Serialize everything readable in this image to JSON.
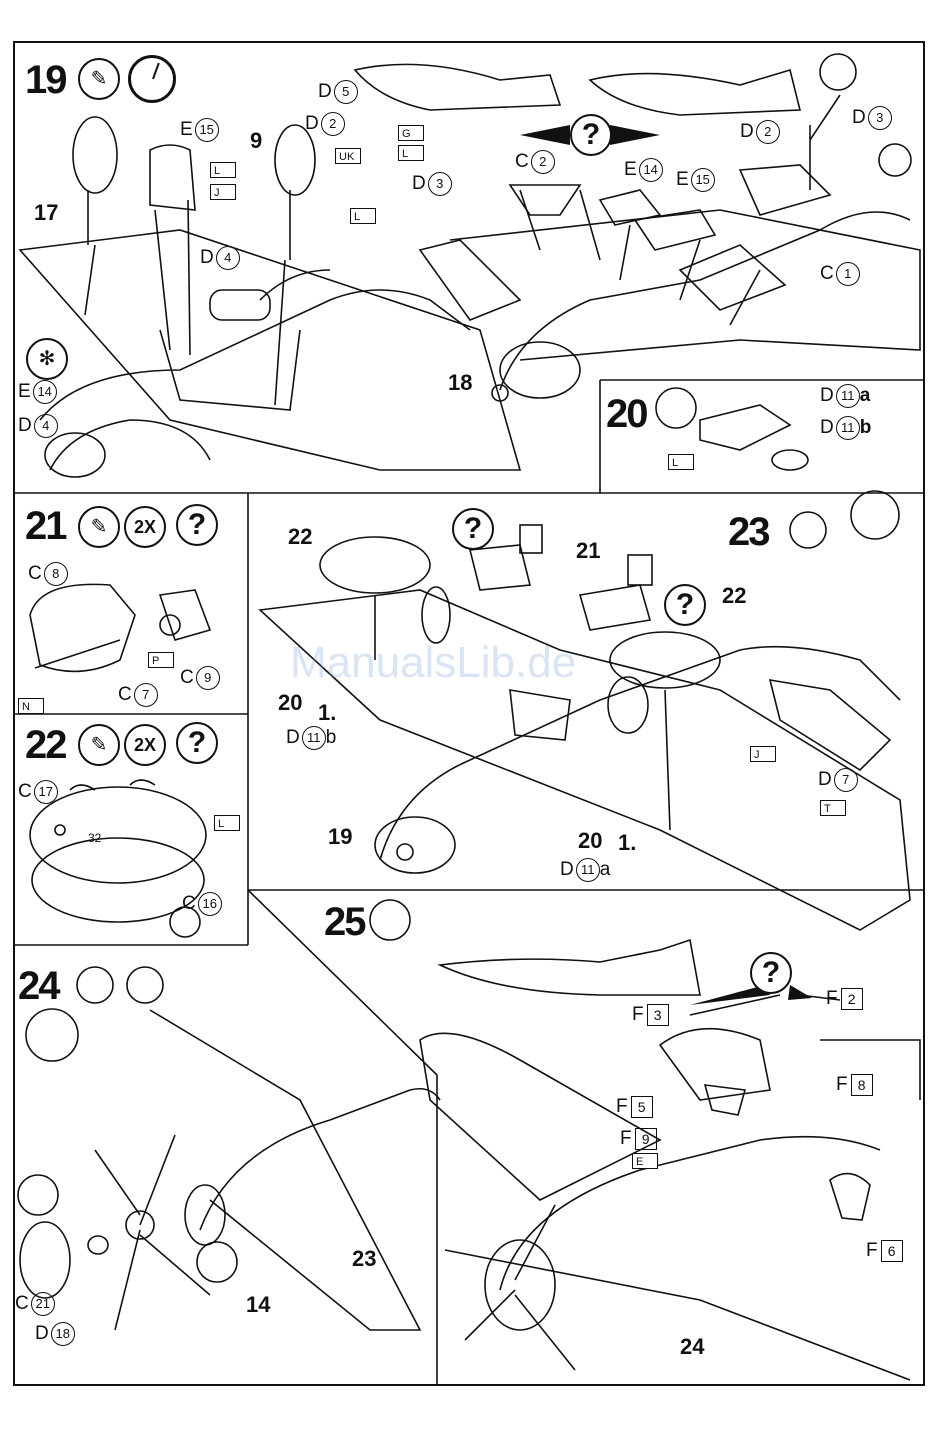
{
  "steps": {
    "s19": {
      "number": "19",
      "labels": [
        "17",
        "9",
        "18",
        "E",
        "15",
        "D",
        "4",
        "E",
        "14",
        "D",
        "4",
        "D",
        "5",
        "D",
        "2",
        "D",
        "3",
        "C",
        "2",
        "E",
        "14",
        "E",
        "15",
        "D",
        "2",
        "D",
        "3",
        "C",
        "1"
      ]
    },
    "s20": {
      "number": "20",
      "d11a": "D",
      "d11a_n": "11",
      "d11a_s": "a",
      "d11b": "D",
      "d11b_n": "11",
      "d11b_s": "b"
    },
    "s21": {
      "number": "21",
      "qty": "2X",
      "c8": "8",
      "c7": "7",
      "c9": "9",
      "c": "C"
    },
    "s22": {
      "number": "22",
      "qty": "2X",
      "c17": "17",
      "c16": "16",
      "c": "C",
      "mark": "32"
    },
    "s23": {
      "number": "23",
      "l22a": "22",
      "l21": "21",
      "l22b": "22",
      "l20a": "20",
      "l1a": "1.",
      "l20b": "20",
      "l1b": "1.",
      "l19": "19",
      "d11b_n": "11",
      "d11b_s": "b",
      "d11a_n": "11",
      "d11a_s": "a",
      "d7": "7",
      "d": "D"
    },
    "s24": {
      "number": "24",
      "l23": "23",
      "l14": "14",
      "c21": "21",
      "d18": "18",
      "c": "C",
      "d": "D"
    },
    "s25": {
      "number": "25",
      "l24": "24",
      "f": "F",
      "f2": "2",
      "f3": "3",
      "f5": "5",
      "f6": "6",
      "f8": "8",
      "f9": "9"
    }
  },
  "watermark": "ManualsLib.de",
  "question_mark": "?"
}
